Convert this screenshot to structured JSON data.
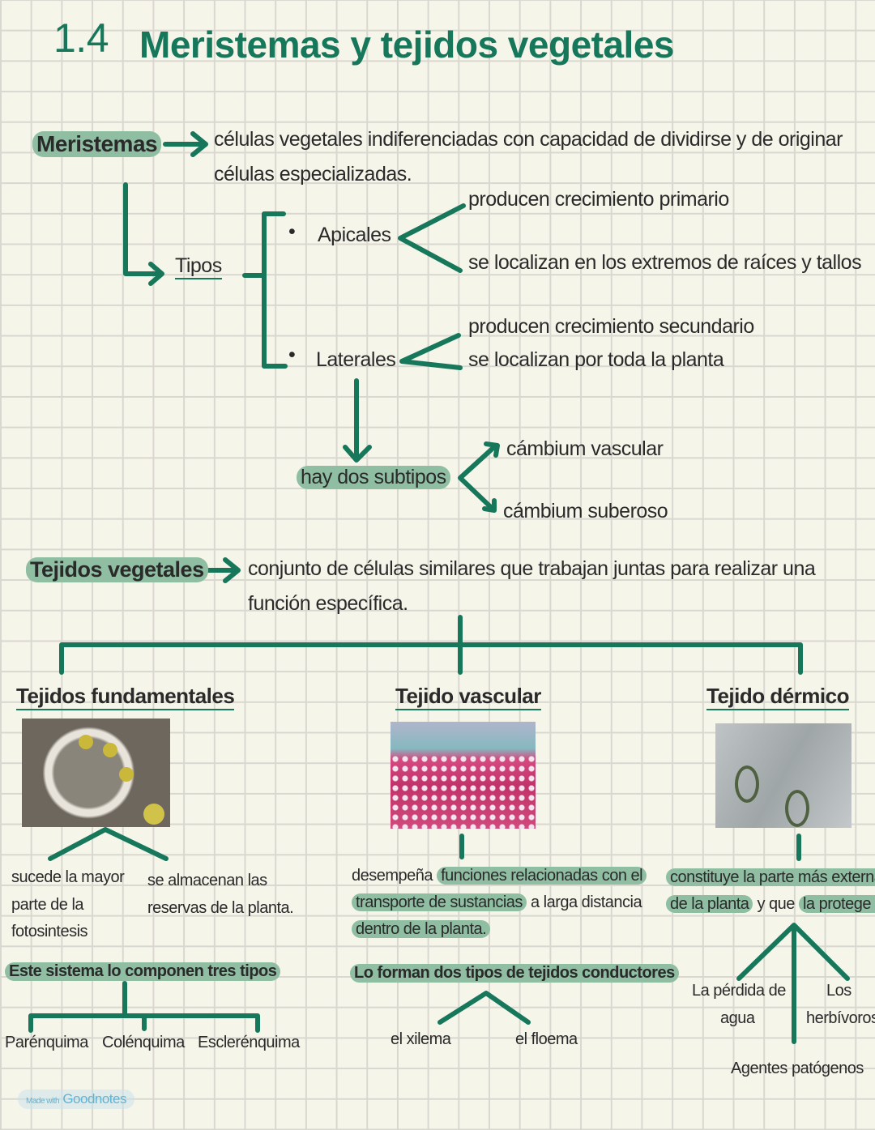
{
  "title": {
    "number": "1.4",
    "text": "Meristemas y tejidos vegetales"
  },
  "meristemas": {
    "label": "Meristemas",
    "def1": "células vegetales indiferenciadas con capacidad de dividirse y de originar",
    "def2": "células especializadas.",
    "tipos": "Tipos",
    "apicales": {
      "label": "Apicales",
      "points": [
        "producen crecimiento primario",
        "se localizan en los extremos de raíces y tallos"
      ]
    },
    "laterales": {
      "label": "Laterales",
      "points": [
        "producen crecimiento secundario",
        "se localizan por toda la planta"
      ]
    },
    "subtipos": {
      "label": "hay dos subtipos",
      "items": [
        "cámbium vascular",
        "cámbium suberoso"
      ]
    }
  },
  "tejidos": {
    "label": "Tejidos vegetales",
    "def1": "conjunto de células similares que trabajan juntas para realizar una",
    "def2": "función específica.",
    "fundamentales": {
      "title": "Tejidos fundamentales",
      "left": [
        "sucede la mayor",
        "parte de la",
        "fotosintesis"
      ],
      "right": [
        "se almacenan las",
        "reservas de la planta."
      ],
      "sistema": "Este sistema lo componen tres tipos",
      "tipos": [
        "Parénquima",
        "Colénquima",
        "Esclerénquima"
      ]
    },
    "vascular": {
      "title": "Tejido vascular",
      "desc": [
        "desempeña",
        "funciones relacionadas con el",
        "transporte de sustancias",
        "a larga distancia",
        "dentro de la planta."
      ],
      "forman": "Lo forman dos tipos de tejidos conductores",
      "tipos": [
        "el xilema",
        "el floema"
      ]
    },
    "dermico": {
      "title": "Tejido dérmico",
      "desc": [
        "constituye la parte más externa",
        "de la planta",
        "y que",
        "la protege de"
      ],
      "items": [
        "La pérdida de",
        "agua",
        "Los",
        "herbívoros",
        "Agentes patógenos"
      ]
    }
  },
  "footer": {
    "made": "Made with",
    "brand": "Goodnotes"
  },
  "colors": {
    "green": "#16775a",
    "highlight": "#8fbea3",
    "background": "#f6f5ea"
  }
}
